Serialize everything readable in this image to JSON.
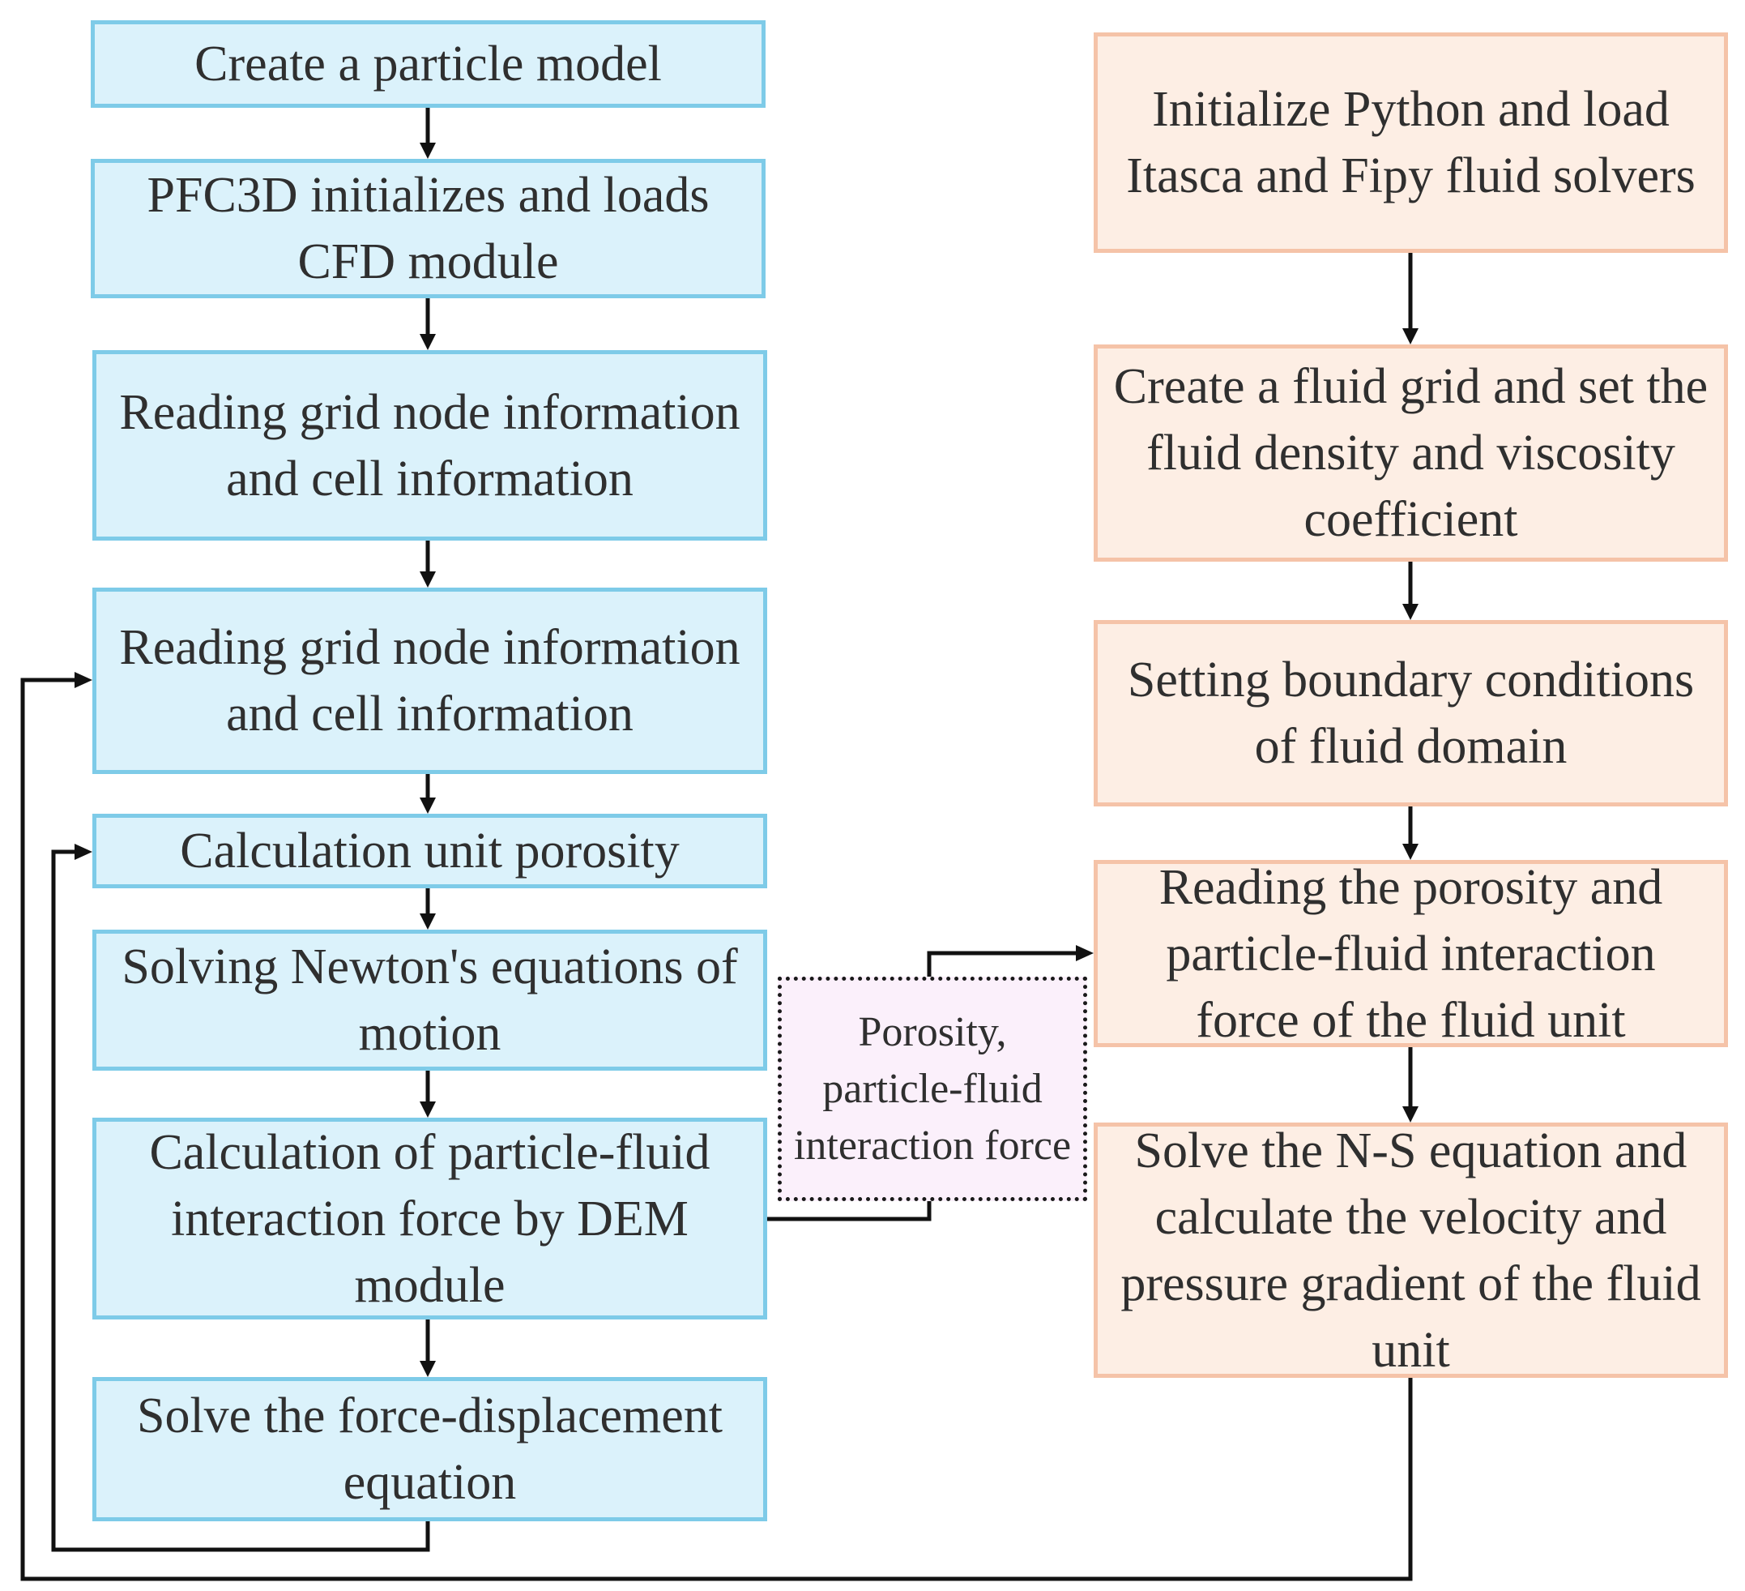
{
  "left_column": {
    "steps": [
      "Create a particle model",
      "PFC3D initializes and loads CFD module",
      "Reading grid node information and cell information",
      "Reading grid node information and cell information",
      "Calculation unit porosity",
      "Solving Newton's equations of motion",
      "Calculation of particle-fluid interaction force by DEM module",
      "Solve the force-displacement equation"
    ]
  },
  "right_column": {
    "steps": [
      "Initialize Python and load Itasca and Fipy fluid solvers",
      "Create a fluid grid and set the fluid density and viscosity coefficient",
      "Setting boundary conditions of fluid domain",
      "Reading the porosity and particle-fluid interaction force of the fluid unit",
      "Solve the N-S equation and calculate the velocity and pressure gradient of the fluid unit"
    ]
  },
  "exchange_note": "Porosity, particle-fluid interaction force",
  "colors": {
    "left_fill": "#dbf2fb",
    "left_border": "#7ecbe8",
    "right_fill": "#fdeee4",
    "right_border": "#f5c3a8",
    "note_fill": "#fbf0fb",
    "connector": "#111111"
  }
}
